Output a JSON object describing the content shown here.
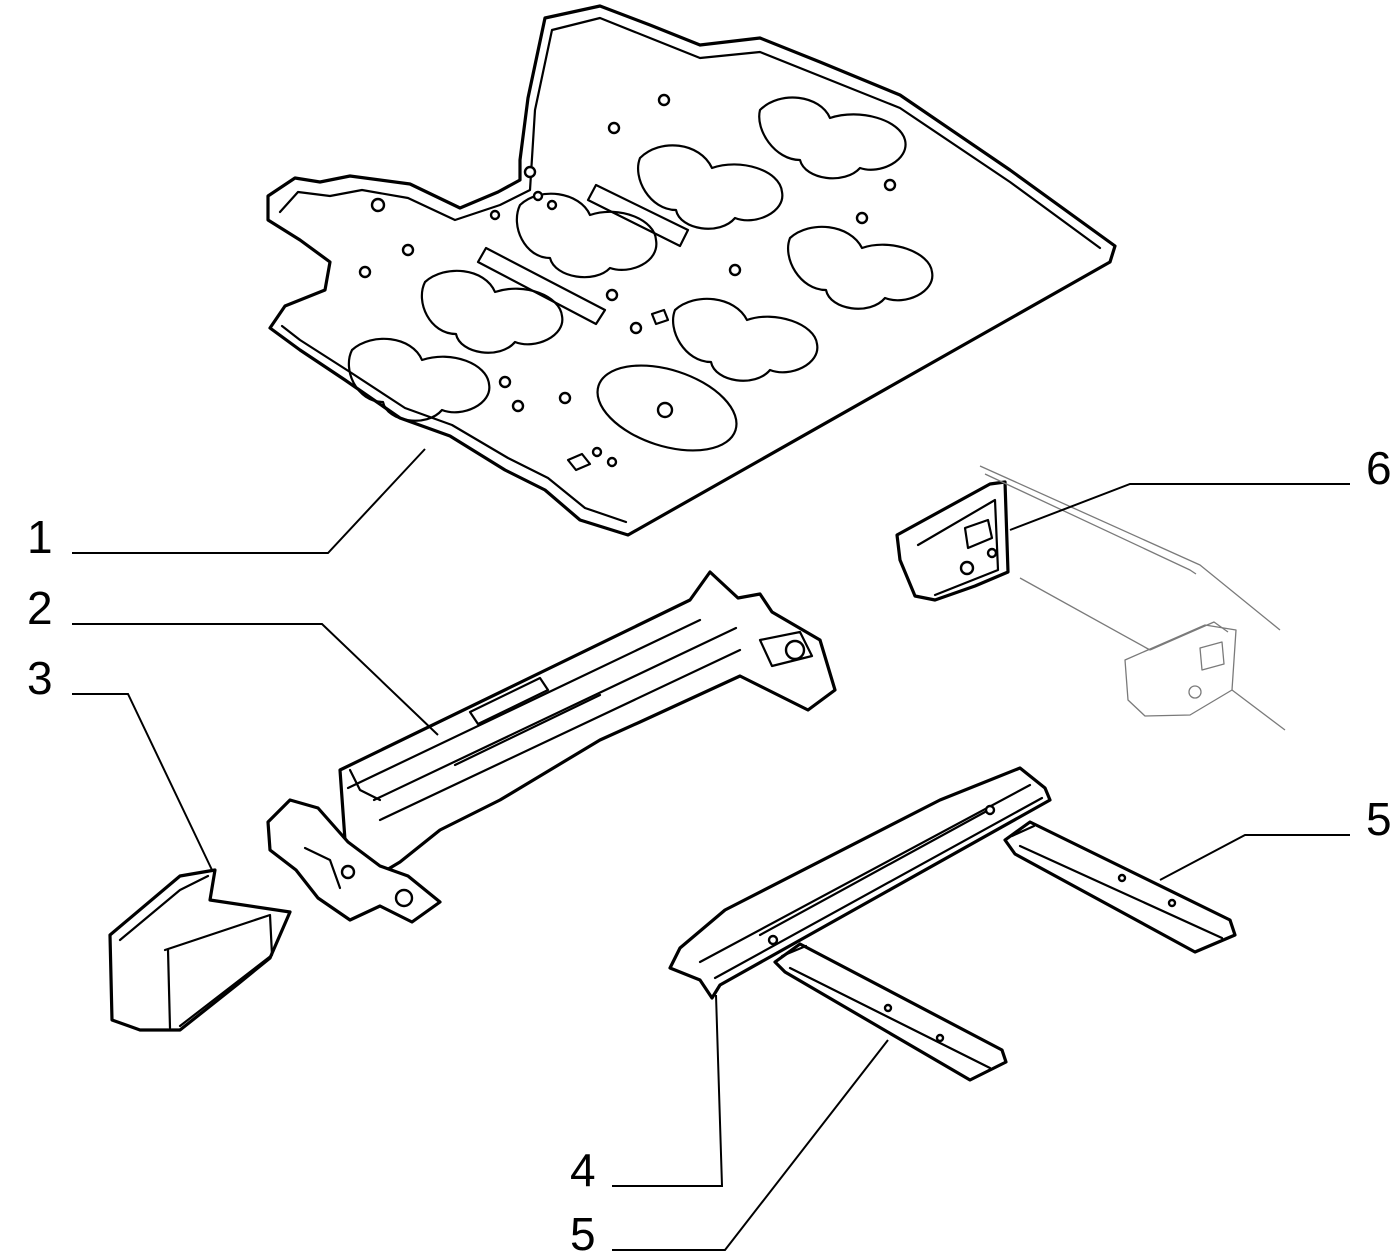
{
  "callouts": [
    {
      "id": "1",
      "label": "1"
    },
    {
      "id": "2",
      "label": "2"
    },
    {
      "id": "3",
      "label": "3"
    },
    {
      "id": "6",
      "label": "6"
    },
    {
      "id": "5a",
      "label": "5"
    },
    {
      "id": "4",
      "label": "4"
    },
    {
      "id": "5b",
      "label": "5"
    }
  ]
}
